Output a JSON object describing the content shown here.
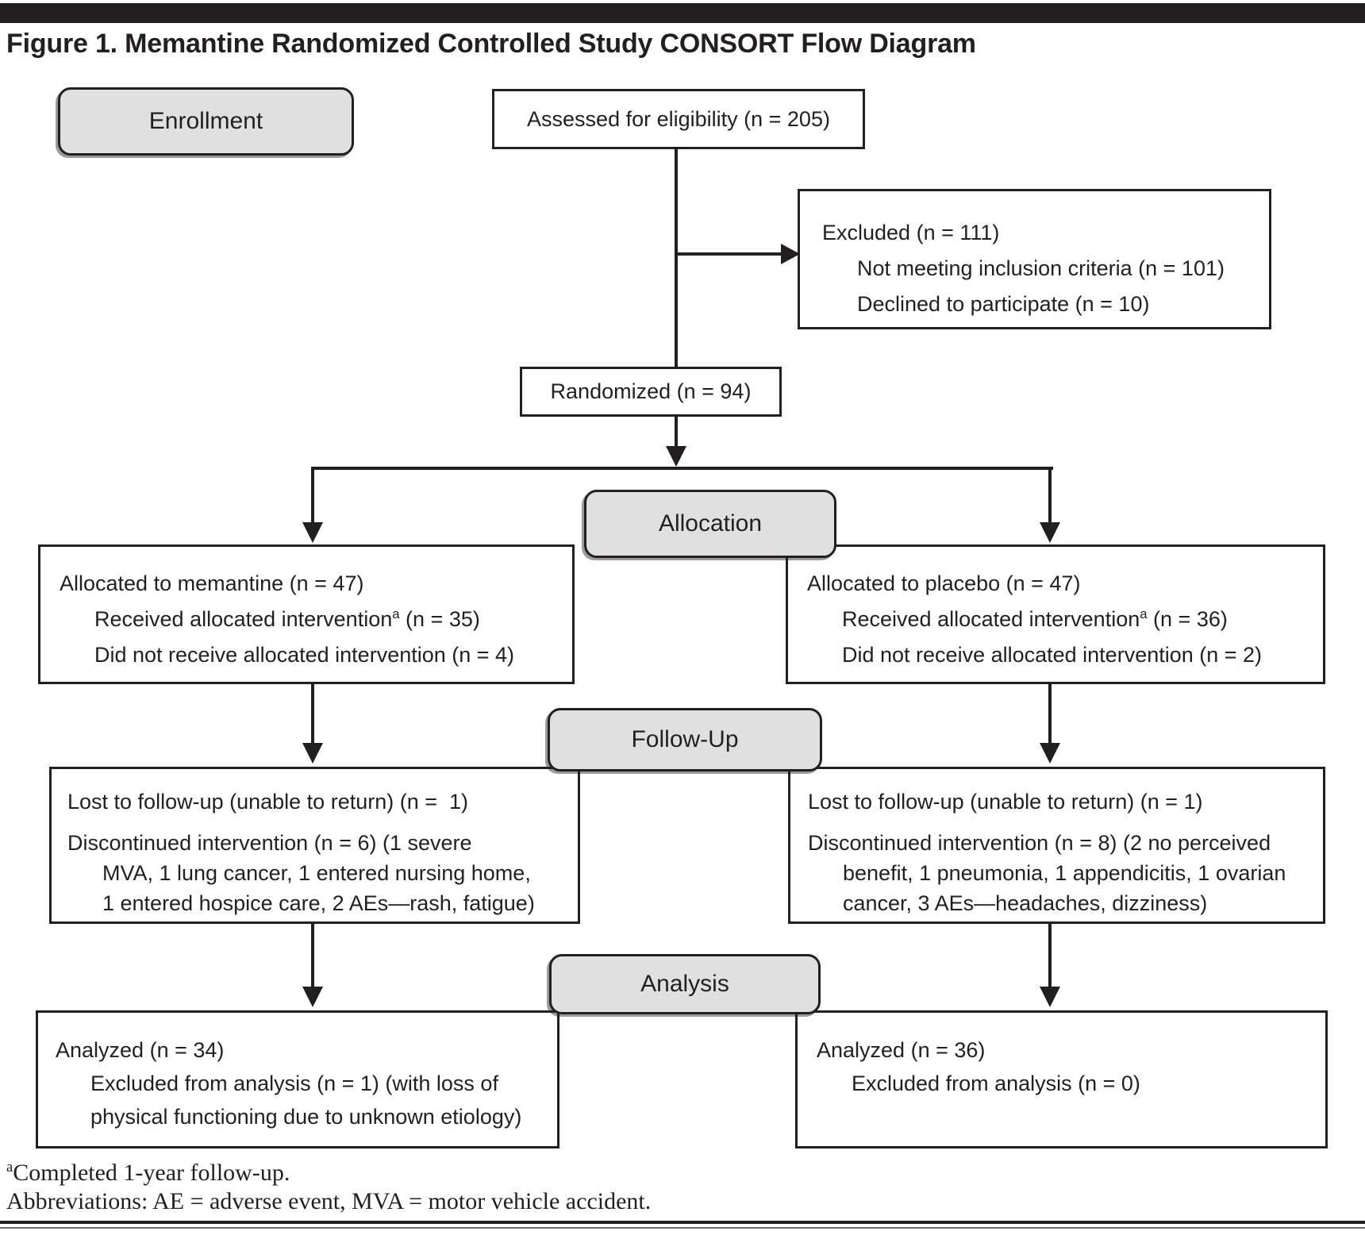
{
  "title": "Figure 1. Memantine Randomized Controlled Study CONSORT Flow Diagram",
  "stages": {
    "enrollment": "Enrollment",
    "allocation": "Allocation",
    "follow_up": "Follow-Up",
    "analysis": "Analysis"
  },
  "boxes": {
    "assessed": "Assessed for eligibility (n = 205)",
    "randomized": "Randomized (n = 94)",
    "excluded": {
      "lines": [
        {
          "t": "Excluded (n = 111)",
          "i": 0
        },
        {
          "t": "Not meeting inclusion criteria (n = 101)",
          "i": 1
        },
        {
          "t": "Declined to participate (n = 10)",
          "i": 1
        }
      ]
    },
    "alloc_memantine": {
      "lines": [
        {
          "t": "Allocated to memantine (n = 47)",
          "i": 0
        },
        {
          "t": "Received allocated intervention",
          "sup": "a",
          "t2": " (n = 35)",
          "i": 1
        },
        {
          "t": "Did not receive allocated intervention (n = 4)",
          "i": 1
        }
      ]
    },
    "alloc_placebo": {
      "lines": [
        {
          "t": "Allocated to placebo (n = 47)",
          "i": 0
        },
        {
          "t": "Received allocated intervention",
          "sup": "a",
          "t2": " (n = 36)",
          "i": 1
        },
        {
          "t": "Did not receive allocated intervention (n = 2)",
          "i": 1
        }
      ]
    },
    "followup_memantine": {
      "lines": [
        {
          "t": "Lost to follow-up (unable to return) (n =  1)",
          "i": 0
        },
        {
          "t": "Discontinued intervention (n = 6) (1 severe",
          "i": 0,
          "gap": true
        },
        {
          "t": "MVA, 1 lung cancer, 1 entered nursing home,",
          "i": 1
        },
        {
          "t": "1 entered hospice care, 2 AEs—rash, fatigue)",
          "i": 1
        }
      ]
    },
    "followup_placebo": {
      "lines": [
        {
          "t": "Lost to follow-up (unable to return) (n = 1)",
          "i": 0
        },
        {
          "t": "Discontinued intervention (n = 8) (2 no perceived",
          "i": 0,
          "gap": true
        },
        {
          "t": "benefit, 1 pneumonia, 1 appendicitis, 1 ovarian",
          "i": 1
        },
        {
          "t": "cancer, 3 AEs—headaches, dizziness)",
          "i": 1
        }
      ]
    },
    "analysis_memantine": {
      "lines": [
        {
          "t": "Analyzed (n = 34)",
          "i": 0
        },
        {
          "t": "Excluded from analysis (n = 1) (with loss of",
          "i": 1
        },
        {
          "t": "physical functioning due to unknown etiology)",
          "i": 1
        }
      ]
    },
    "analysis_placebo": {
      "lines": [
        {
          "t": "Analyzed (n = 36)",
          "i": 0
        },
        {
          "t": "Excluded from analysis (n = 0)",
          "i": 1
        }
      ]
    }
  },
  "footnotes": {
    "marker": "a",
    "completed": "Completed 1-year follow-up.",
    "abbreviations": "Abbreviations: AE = adverse event, MVA = motor vehicle accident."
  },
  "colors": {
    "ink": "#231f20",
    "stage_fill": "#e0e0e0",
    "background": "#ffffff"
  }
}
